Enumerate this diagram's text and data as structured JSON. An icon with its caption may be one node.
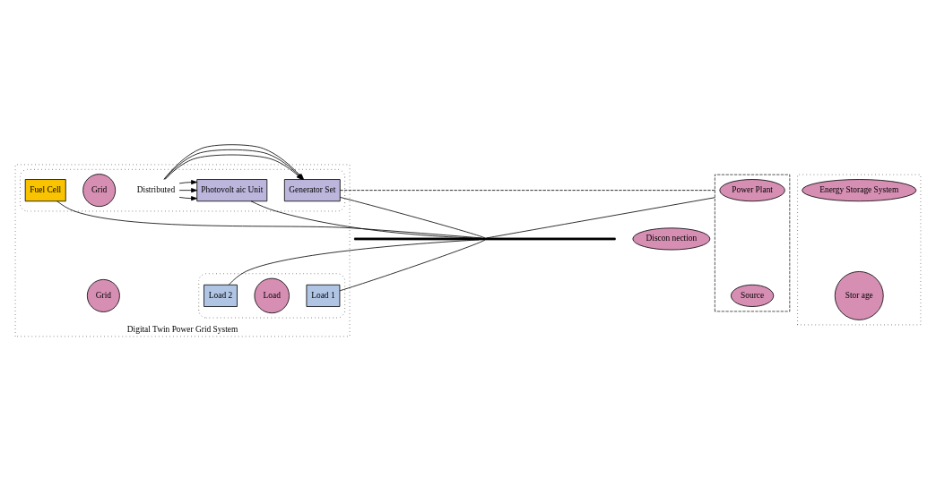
{
  "diagram": {
    "nodes": [
      {
        "text": [
          "Digital Twin Power Grid System"
        ]
      },
      {
        "text": [],
        "shape": "box",
        "in": 0
      },
      {
        "text": [
          "Generator Set"
        ],
        "in": 1
      },
      {
        "text": [
          "Distributed"
        ],
        "in": 1
      },
      {
        "text": [
          "Photovolt aic Unit"
        ],
        "in": 1
      },
      {
        "text": [
          "Grid"
        ],
        "in": 1
      },
      {
        "text": [
          "Fuel Cell"
        ],
        "in": 1
      },
      {
        "text": [],
        "shape": "box",
        "in": 0
      },
      {
        "text": [
          "Load 1"
        ],
        "in": 7
      },
      {
        "text": [
          "Load"
        ],
        "in": 7
      },
      {
        "text": [
          "Load 2"
        ],
        "in": 7
      },
      {
        "text": [
          "Grid"
        ],
        "in": 0
      },
      {
        "text": [],
        "shape": "ellipse"
      },
      {
        "text": [
          "Power Plant"
        ],
        "in": 12
      },
      {
        "text": [
          "Source"
        ],
        "in": 12
      },
      {
        "text": [],
        "shape": "ellipse"
      },
      {
        "text": [
          "Energy Storage System"
        ],
        "in": 15
      },
      {
        "text": [
          "Stor age"
        ],
        "in": 15
      },
      {
        "text": [
          "Discon nection"
        ]
      },
      {
        "text": [],
        "shape": "bar"
      }
    ],
    "edges": [
      {
        "from": 3,
        "to": 2,
        "arrow": "to"
      },
      {
        "from": 3,
        "to": 2,
        "arrow": "to"
      },
      {
        "from": 3,
        "to": 2,
        "arrow": "to"
      },
      {
        "from": 3,
        "to": 4,
        "arrow": "to"
      },
      {
        "from": 3,
        "to": 4,
        "arrow": "to"
      },
      {
        "from": 3,
        "to": 4,
        "arrow": "to"
      },
      {
        "from": 2,
        "to": 19,
        "arrow": "none"
      },
      {
        "from": 4,
        "to": 19,
        "arrow": "none"
      },
      {
        "from": 6,
        "to": 19,
        "arrow": "none"
      },
      {
        "from": 19,
        "to": 8,
        "arrow": "none"
      },
      {
        "from": 19,
        "to": 10,
        "arrow": "none"
      },
      {
        "from": 12,
        "to": 19,
        "arrow": "none"
      },
      {
        "from": 12,
        "to": 2,
        "arrow": "none",
        "style": "dashed"
      }
    ]
  }
}
